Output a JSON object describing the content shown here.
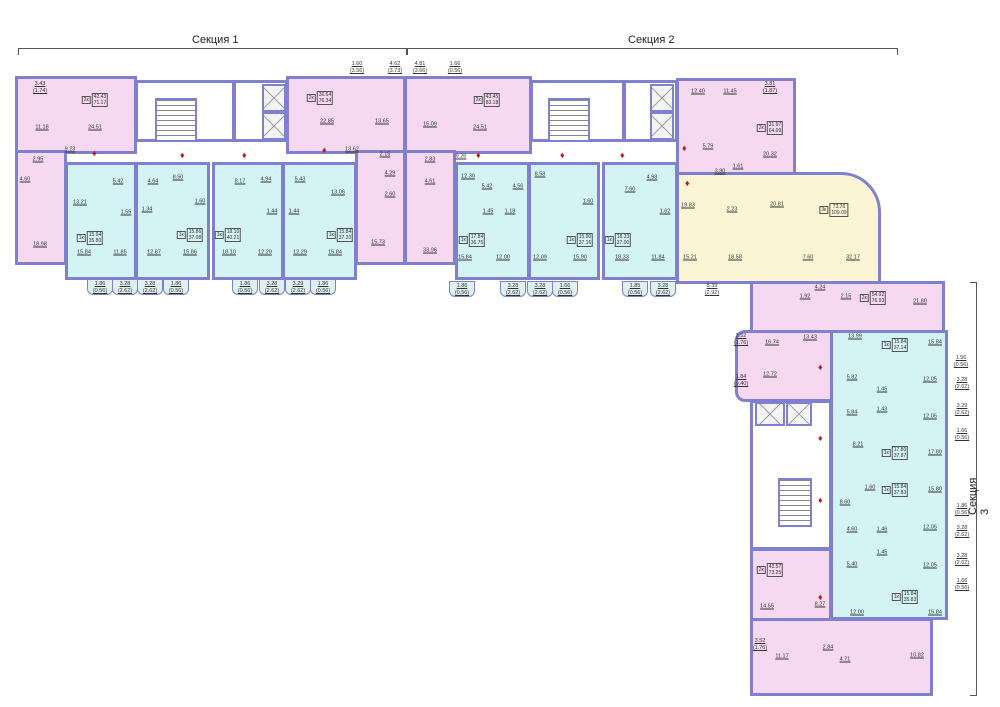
{
  "sections": [
    "Секция 1",
    "Секция 2",
    "Секция 3"
  ],
  "rooms": [
    "3.43\n(1.74)",
    "24.51",
    "11.18",
    "9.23",
    "2.95",
    "4.60",
    "18.98",
    "13.21",
    "5.42",
    "4.64",
    "8.50",
    "1.55",
    "1.34",
    "1.60",
    "15.84",
    "11.85",
    "12.87",
    "15.86",
    "18.10",
    "12.29",
    "12.29",
    "15.84",
    "8.17",
    "4.94",
    "5.43",
    "13.06",
    "1.44",
    "1.44",
    "22.85",
    "13.65",
    "13.62",
    "2.15",
    "4.29",
    "2.60",
    "15.73",
    "1.60\n(3.56)",
    "4.62\n(3.73)",
    "4.81\n(3.66)",
    "1.66\n(0.56)",
    "15.09",
    "24.51",
    "9.26",
    "2.83",
    "4.61",
    "33.96",
    "12.30",
    "5.42",
    "4.56",
    "8.58",
    "1.45",
    "1.18",
    "1.60",
    "15.84",
    "12.00",
    "12.09",
    "15.90",
    "18.33",
    "11.84",
    "7.60",
    "4.98",
    "1.62",
    "12.40",
    "11.45",
    "3.81\n(1.87)",
    "20.32",
    "5.79",
    "3.80",
    "1.61",
    "2.23",
    "19.83",
    "20.81",
    "15.21",
    "18.58",
    "7.60",
    "32.17",
    "8.39\n(2.92)",
    "1.92",
    "4.24",
    "2.15",
    "21.80",
    "3.52\n(1.76)",
    "16.74",
    "13.43",
    "13.99",
    "15.84",
    "1.56\n(0.56)",
    "1.84\n(0.40)",
    "12.72",
    "5.82",
    "1.45",
    "12.05",
    "3.28\n(2.62)",
    "5.84",
    "1.43",
    "12.05",
    "3.29\n(2.62)",
    "1.66\n(0.56)",
    "8.21",
    "17.80",
    "1.60",
    "15.80",
    "8.60",
    "1.86\n(0.56)",
    "4.60",
    "1.46",
    "12.05",
    "3.28\n(2.62)",
    "3.28\n(2.62)",
    "5.40",
    "1.45",
    "12.05",
    "1.66\n(0.56)",
    "14.55",
    "8.27",
    "12.00",
    "15.84",
    "3.52\n(1.76)",
    "11.17",
    "2.84",
    "4.71",
    "10.82"
  ],
  "balconies": [
    "1.86\n(0.56)",
    "3.28\n(2.62)",
    "3.28\n(2.62)",
    "1.86\n(0.56)",
    "1.86\n(0.56)",
    "3.28\n(2.62)",
    "3.29\n(2.62)",
    "1.86\n(0.56)",
    "1.86\n(0.56)",
    "3.28\n(2.62)",
    "3.28\n(2.62)",
    "1.66\n(0.56)",
    "1.85\n(0.56)",
    "3.28\n(2.62)"
  ],
  "apartments": [
    {
      "type": "2к",
      "area": "42.43",
      "total": "71.17"
    },
    {
      "type": "1к",
      "area": "15.94",
      "total": "35.80"
    },
    {
      "type": "1к",
      "area": "15.86",
      "total": "37.08"
    },
    {
      "type": "1к",
      "area": "18.10",
      "total": "40.21"
    },
    {
      "type": "1к",
      "area": "15.84",
      "total": "37.20"
    },
    {
      "type": "2к",
      "area": "36.64",
      "total": "76.34"
    },
    {
      "type": "2к",
      "area": "43.45",
      "total": "83.18"
    },
    {
      "type": "1к",
      "area": "17.84",
      "total": "36.75"
    },
    {
      "type": "1к",
      "area": "15.90",
      "total": "37.16"
    },
    {
      "type": "1к",
      "area": "18.33",
      "total": "37.00"
    },
    {
      "type": "2к",
      "area": "31.97",
      "total": "64.09"
    },
    {
      "type": "3к",
      "area": "73.76",
      "total": "109.09"
    },
    {
      "type": "2к",
      "area": "54.92",
      "total": "76.93"
    },
    {
      "type": "1к",
      "area": "15.84",
      "total": "37.14"
    },
    {
      "type": "1к",
      "area": "17.80",
      "total": "37.87"
    },
    {
      "type": "1к",
      "area": "15.84",
      "total": "37.83"
    },
    {
      "type": "2к",
      "area": "43.57",
      "total": "73.25"
    },
    {
      "type": "1к",
      "area": "15.84",
      "total": "35.83"
    }
  ],
  "colors": {
    "wall": "#7f80cf",
    "two_room": "#f6d8f1",
    "one_room": "#d3f3f4",
    "three_room": "#fbf5d6",
    "entrance_arrow": "#c01a1a"
  }
}
